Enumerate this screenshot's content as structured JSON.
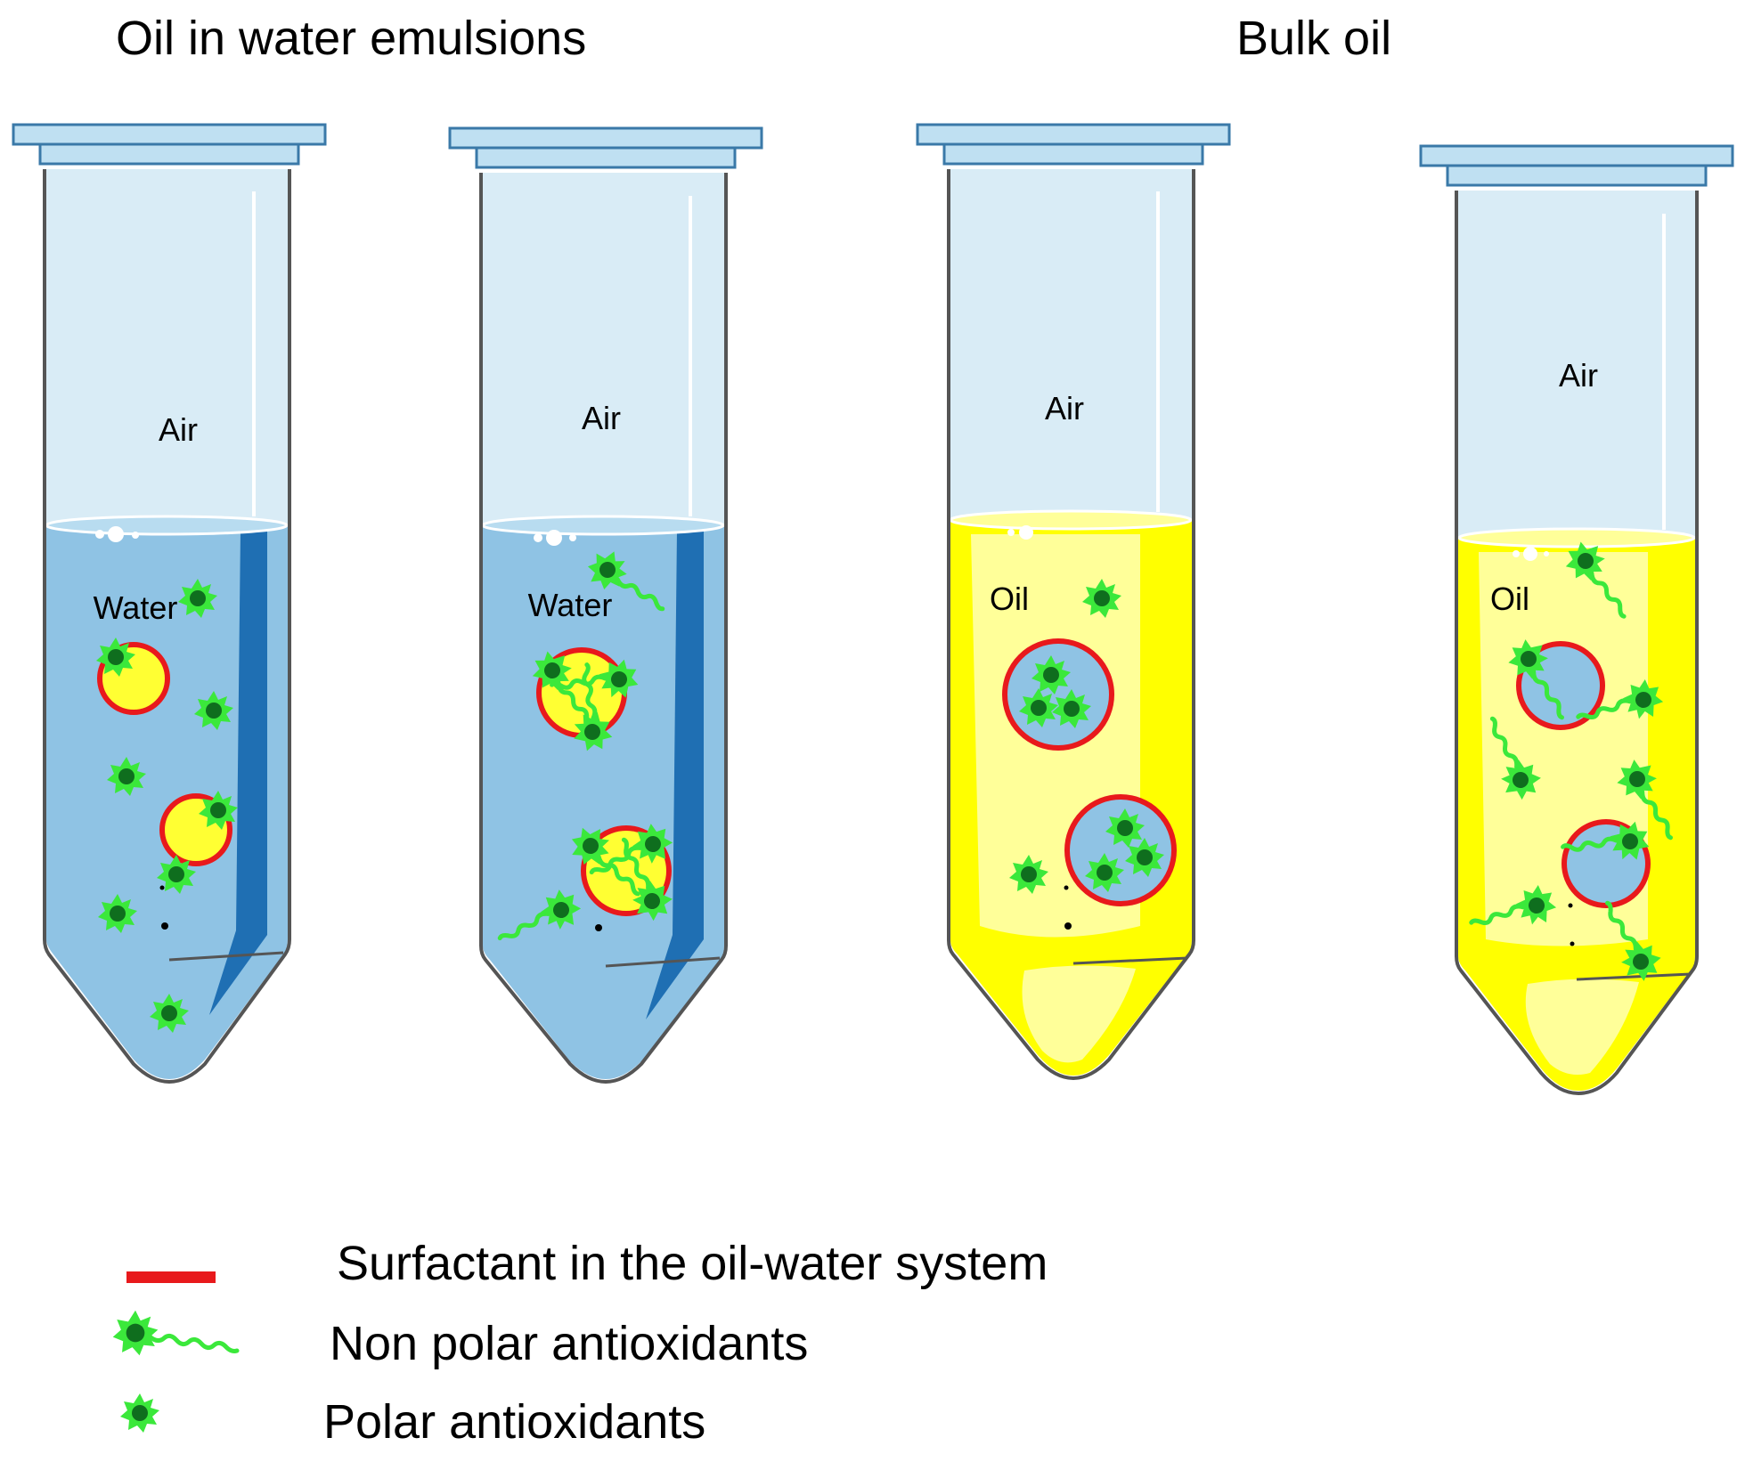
{
  "titles": {
    "left": "Oil in water emulsions",
    "right": "Bulk oil"
  },
  "tubes": [
    {
      "id": "tube1",
      "top_label": "Air",
      "liquid_label": "Water",
      "liquid": "water",
      "droplet_fill": "yellow",
      "antioxidant": "polar"
    },
    {
      "id": "tube2",
      "top_label": "Air",
      "liquid_label": "Water",
      "liquid": "water",
      "droplet_fill": "yellow",
      "antioxidant": "non-polar"
    },
    {
      "id": "tube3",
      "top_label": "Air",
      "liquid_label": "Oil",
      "liquid": "oil",
      "droplet_fill": "blue",
      "antioxidant": "polar"
    },
    {
      "id": "tube4",
      "top_label": "Air",
      "liquid_label": "Oil",
      "liquid": "oil",
      "droplet_fill": "blue",
      "antioxidant": "non-polar"
    }
  ],
  "legend": {
    "surfactant": "Surfactant in the oil-water system",
    "nonpolar": "Non polar antioxidants",
    "polar": "Polar antioxidants"
  },
  "colors": {
    "surfactant": "#e8191c",
    "antioxidant_outer": "#3be83b",
    "antioxidant_core": "#0f6e1e",
    "water": "#8fc3e4",
    "water_dark": "#1f6fb3",
    "oil": "#ffff00",
    "oil_light": "#ffff99",
    "air": "#d9ecf6",
    "tube_outline": "#4a4a4a",
    "tube_cap": "#bfe0f2"
  }
}
